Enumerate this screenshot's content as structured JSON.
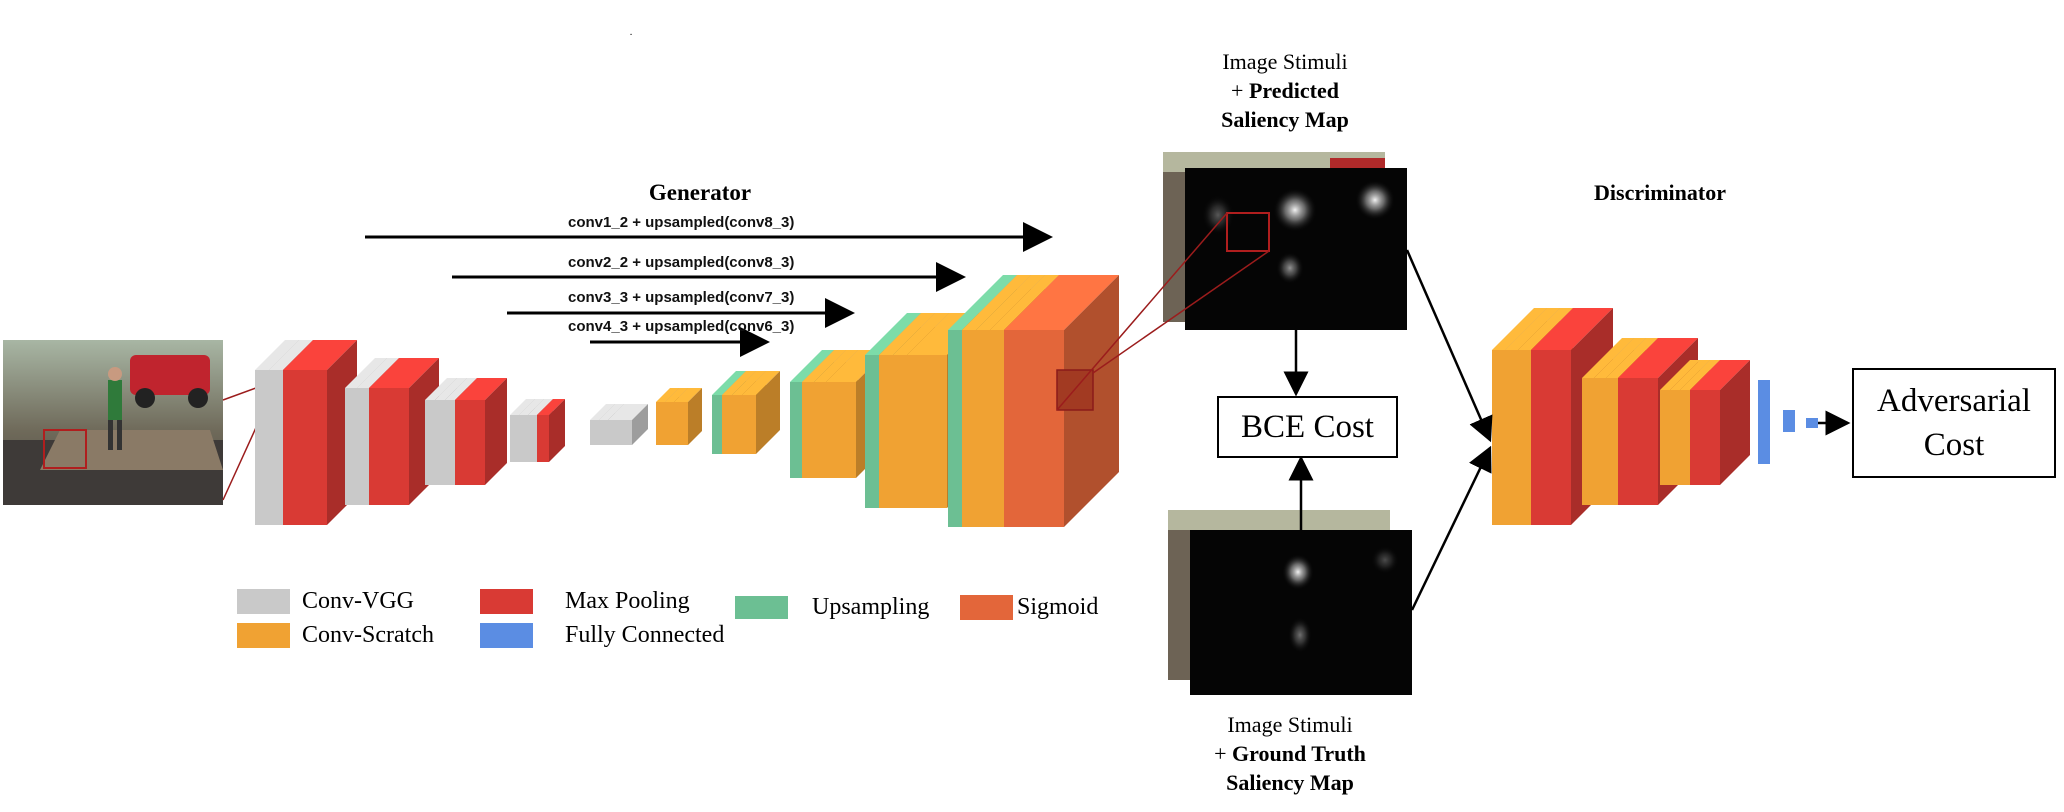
{
  "generator": {
    "title": "Generator",
    "skips": [
      "conv1_2 + upsampled(conv8_3)",
      "conv2_2 + upsampled(conv8_3)",
      "conv3_3 + upsampled(conv7_3)",
      "conv4_3 + upsampled(conv6_3)"
    ]
  },
  "discriminator": {
    "title": "Discriminator"
  },
  "predicted": {
    "line1": "Image Stimuli",
    "plus": "+ ",
    "bold1": "Predicted",
    "bold2": "Saliency Map"
  },
  "ground_truth": {
    "line1": "Image Stimuli",
    "plus": "+ ",
    "bold1": "Ground Truth",
    "bold2": "Saliency Map"
  },
  "bce_box": "BCE Cost",
  "adversarial_box": {
    "line1": "Adversarial",
    "line2": "Cost"
  },
  "legend": [
    {
      "label": "Conv-VGG",
      "color": "#c9c9c9"
    },
    {
      "label": "Max Pooling",
      "color": "#d93a34"
    },
    {
      "label": "Upsampling",
      "color": "#6cbf93"
    },
    {
      "label": "Sigmoid",
      "color": "#e3663a"
    },
    {
      "label": "Conv-Scratch",
      "color": "#f0a233"
    },
    {
      "label": "Fully Connected",
      "color": "#5b8de3"
    }
  ],
  "colors": {
    "conv_vgg": "#c9c9c9",
    "max_pooling": "#d93a34",
    "upsampling": "#6cbf93",
    "sigmoid": "#e3663a",
    "conv_scratch": "#f0a233",
    "fully_connected": "#5b8de3"
  }
}
